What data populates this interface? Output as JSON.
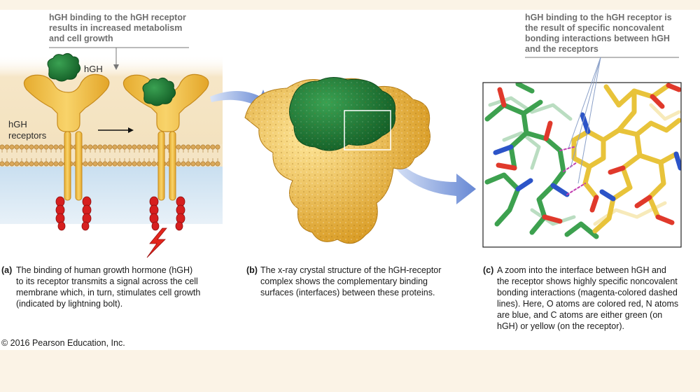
{
  "notes": {
    "left": "hGH binding to the hGH receptor\nresults in increased metabolism\nand cell growth",
    "right": "hGH binding to the hGH receptor is\nthe result of specific noncovalent\nbonding interactions between hGH\nand the receptors"
  },
  "labels": {
    "hormone": "hGH",
    "receptors": "hGH\nreceptors"
  },
  "captions": {
    "a": {
      "tag": "(a)",
      "text": "The binding of human growth hormone (hGH)\nto its receptor transmits a signal across the cell\nmembrane which, in turn, stimulates cell growth\n(indicated by lightning bolt)."
    },
    "b": {
      "tag": "(b)",
      "text": "The x-ray crystal structure of the hGH-receptor\ncomplex shows the complementary binding\nsurfaces (interfaces) between these proteins."
    },
    "c": {
      "tag": "(c)",
      "text": "A zoom into the interface between hGH and\nthe receptor shows highly specific noncovalent\nbonding interactions (magenta-colored dashed\nlines). Here, O atoms are colored red, N atoms\nare blue, and C atoms are either green (on\nhGH) or yellow (on the receptor)."
    }
  },
  "copyright": "© 2016 Pearson Education, Inc.",
  "colors": {
    "background": "#fbf3e6",
    "hgh_green": "#1e7a36",
    "receptor_yellow": "#f2c24a",
    "signal_red": "#d61f1f",
    "oxygen": "#e0392b",
    "nitrogen": "#2c54c8",
    "bond_dash": "#c23cb0",
    "arrow_blue": "#6d8ed6"
  }
}
